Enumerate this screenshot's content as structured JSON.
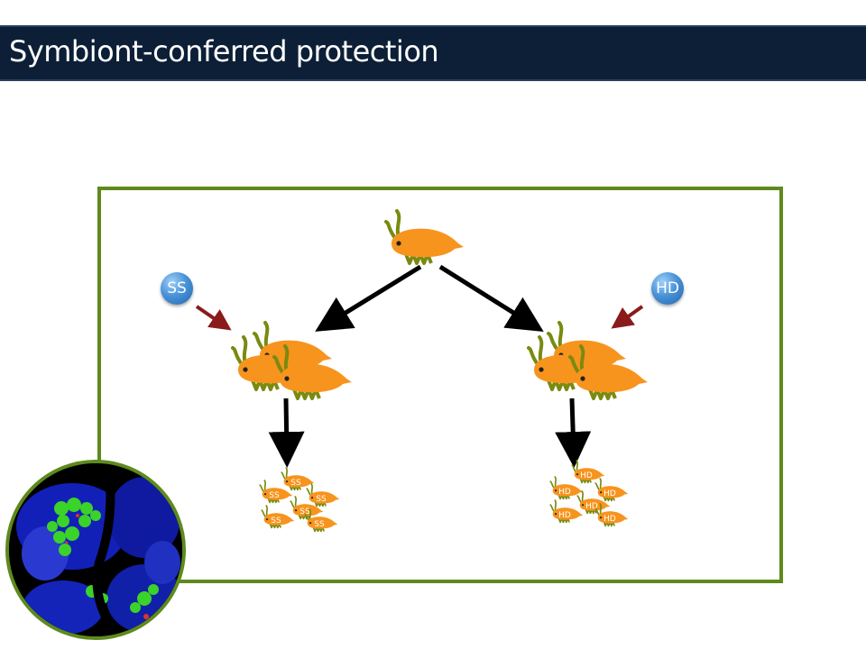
{
  "title": "Symbiont-conferred protection",
  "colors": {
    "title_bg": "#0c1f36",
    "frame": "#5e8a1c",
    "aphid_body": "#f7941d",
    "aphid_legs": "#7a8a10",
    "arrow_main": "#000000",
    "arrow_symbiont": "#8b1a1a",
    "symbiont_ball": "#3f86cf"
  },
  "symbionts": {
    "left": {
      "label": "SS"
    },
    "right": {
      "label": "HD"
    }
  },
  "offspring": {
    "left": {
      "label": "SS"
    },
    "right": {
      "label": "HD"
    }
  },
  "micrograph": {
    "icon": "fluorescence-micrograph-icon"
  }
}
